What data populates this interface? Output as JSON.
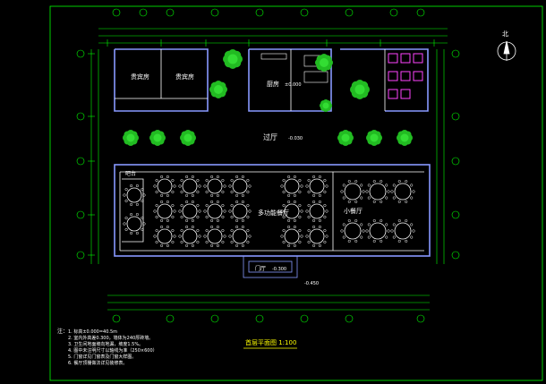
{
  "rooms": {
    "private_room_1": "贵宾房",
    "private_room_2": "贵宾房",
    "kitchen": "厨房",
    "lobby": "过厅",
    "dining_hall": "多功能餐厅",
    "bar": "吧台",
    "entrance": "门厅",
    "small_hall": "小餐厅"
  },
  "title": "首层平面图 1:100",
  "north_label": "北",
  "levels": {
    "kitchen": "±0.000",
    "lobby": "-0.030",
    "entrance": "-0.300",
    "door": "-0.450"
  },
  "notes": {
    "heading": "注：",
    "lines": [
      "1. 标高±0.000=40.5m",
      "2. 室内外高差0.300，墙体为240厚砖墙。",
      "3. 卫生间地面坡向地漏，坡度1.5%。",
      "4. 图中未注明尺寸以轴线为准（250×600）",
      "5. 门窗详见门窗表及门窗大样图。",
      "6. 餐厅顶棚做法详见装修表。"
    ]
  },
  "colors": {
    "wall": "#8899ff",
    "wall_inner": "#ffffff",
    "dim": "#00ff00",
    "tree": "#22bb22",
    "table": "#ffffff",
    "title": "#ffff00",
    "toilet": "#ff44ff"
  }
}
